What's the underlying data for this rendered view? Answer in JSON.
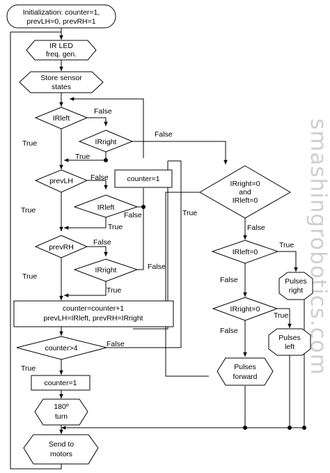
{
  "watermark": "smashingrobotics.com",
  "nodes": {
    "init": [
      "Initialization: counter=1,",
      "prevLH=0, prevRH=1"
    ],
    "ir_led": [
      "IR LED",
      "freq. gen."
    ],
    "store": [
      "Store sensor",
      "states"
    ],
    "irleft_1": [
      "IRleft"
    ],
    "irright_1": [
      "IRright"
    ],
    "prevlh": [
      "prevLH"
    ],
    "irleft_2": [
      "IRleft"
    ],
    "prevrh": [
      "prevRH"
    ],
    "irright_2": [
      "IRright"
    ],
    "counter_reset_top": [
      "counter=1"
    ],
    "update": [
      "counter=counter+1",
      "prevLH=IRleft, prevRH=IRright"
    ],
    "counter_gt": [
      "counter>4"
    ],
    "counter_reset": [
      "counter=1"
    ],
    "turn": [
      "180º",
      "turn"
    ],
    "send": [
      "Send to",
      "motors"
    ],
    "both_zero": [
      "IRright=0",
      "and",
      "IRleft=0"
    ],
    "irleft_zero": [
      "IRleft=0"
    ],
    "irright_zero": [
      "IRright=0"
    ],
    "pulses_right": [
      "Pulses",
      "right"
    ],
    "pulses_left": [
      "Pulses",
      "left"
    ],
    "pulses_forward": [
      "Pulses",
      "forward"
    ]
  },
  "edge_labels": {
    "irleft_1_false": "False",
    "irleft_1_true": "True",
    "irright_1_false": "False",
    "irright_1_true": "True",
    "prevlh_false": "False",
    "prevlh_true": "True",
    "irleft_2_false": "False",
    "irleft_2_true": "True",
    "prevrh_false": "False",
    "prevrh_true": "True",
    "irright_2_false": "False",
    "irright_2_true": "True",
    "counter_gt_false": "False",
    "counter_gt_true": "True",
    "both_zero_true": "True",
    "both_zero_false": "False",
    "irleft_zero_true": "True",
    "irleft_zero_false": "False",
    "irright_zero_true": "True",
    "irright_zero_false": "False"
  }
}
